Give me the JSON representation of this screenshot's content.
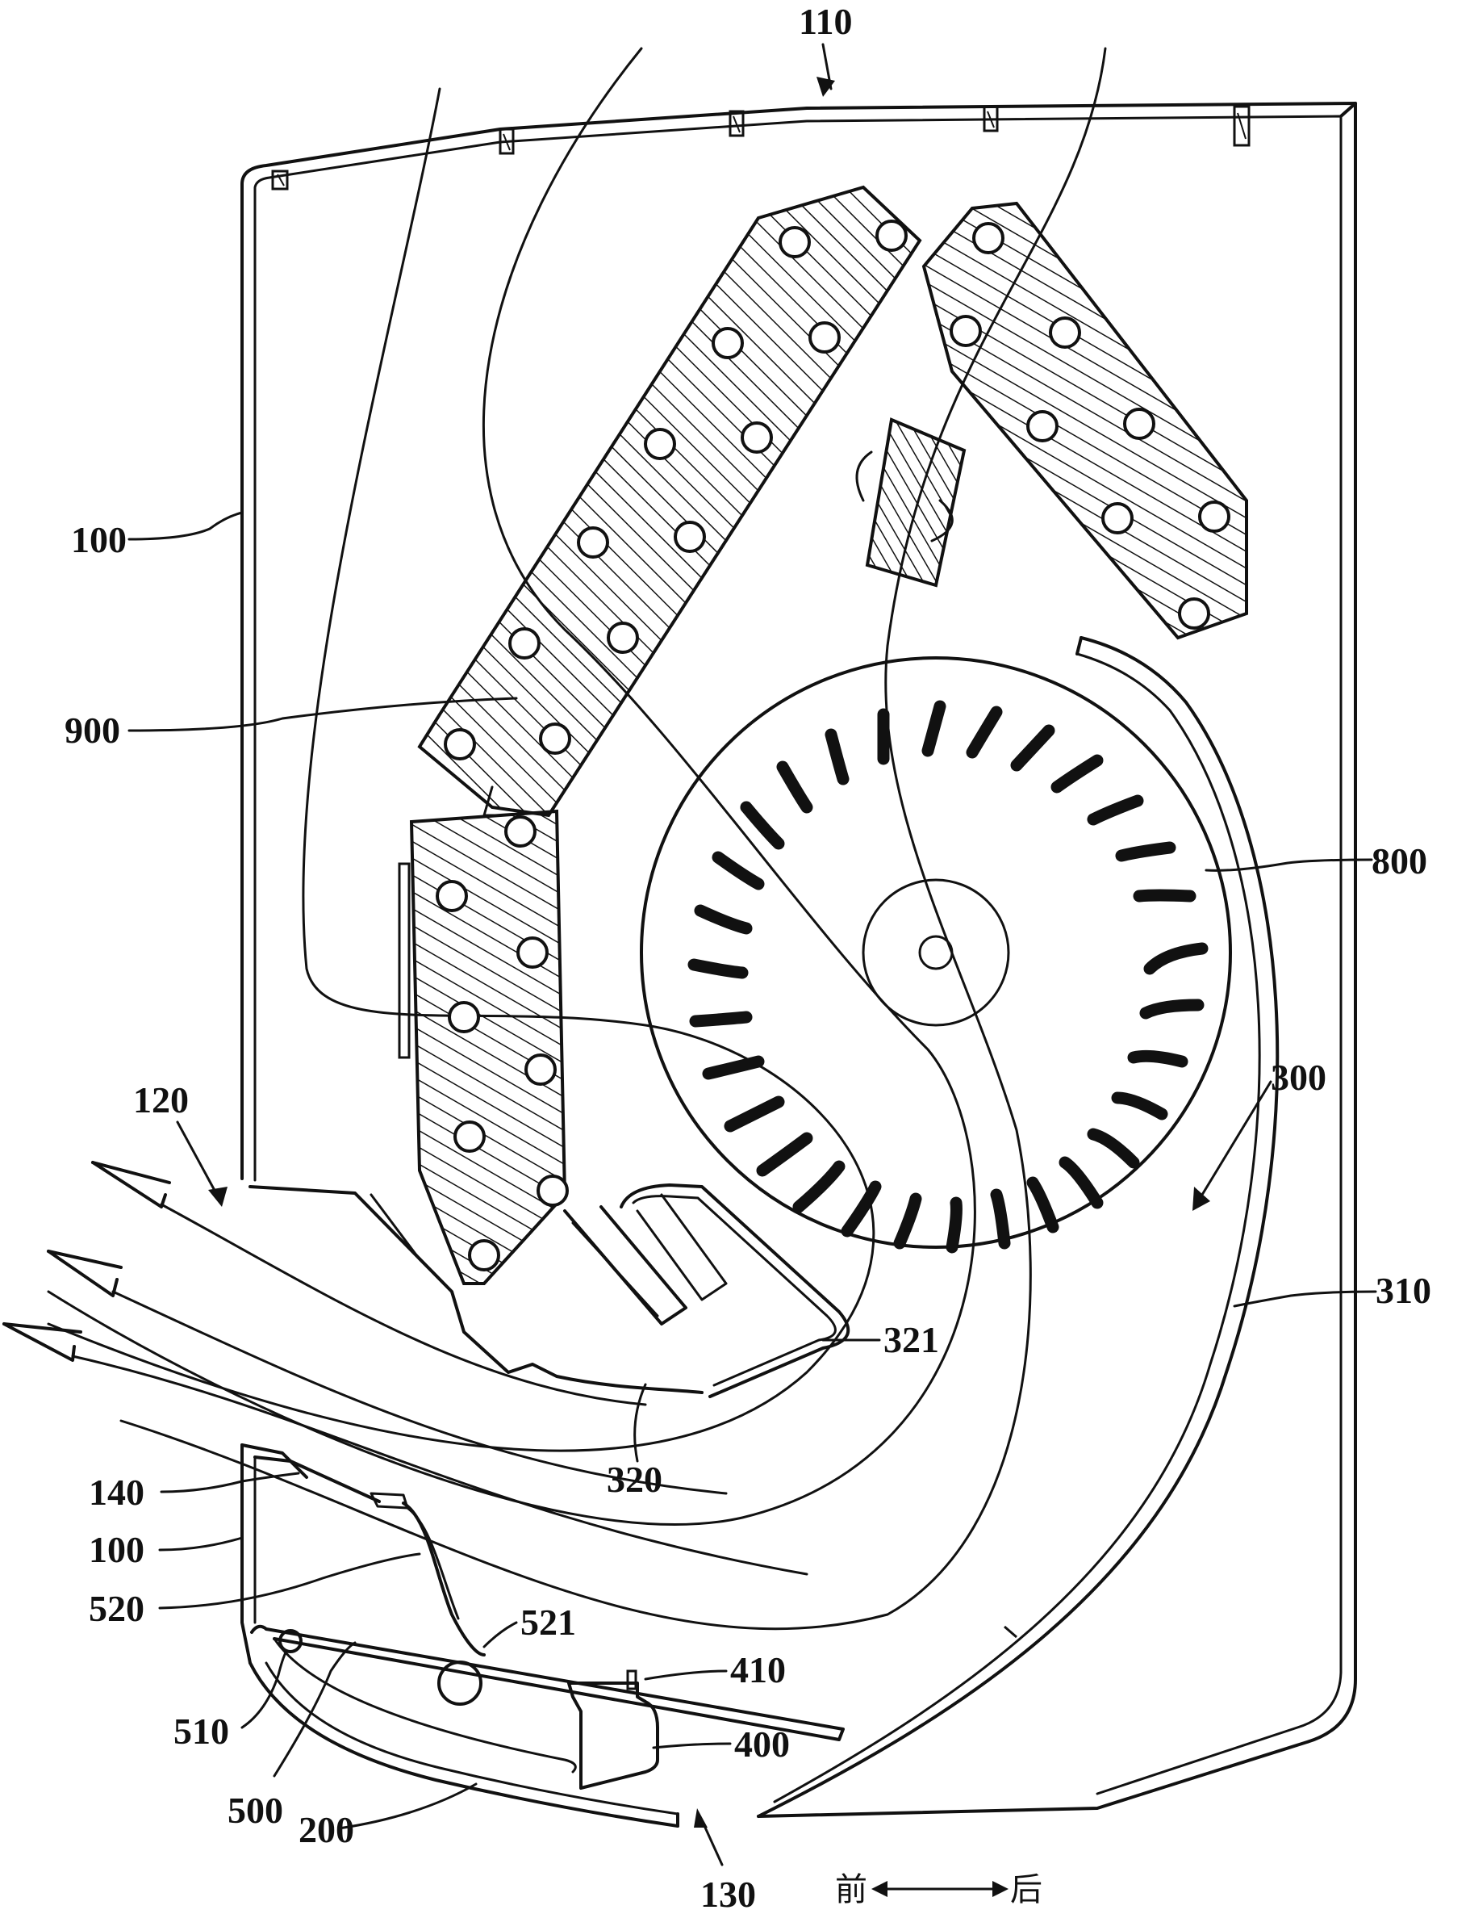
{
  "labels": {
    "l110": "110",
    "l100a": "100",
    "l900": "900",
    "l800": "800",
    "l120": "120",
    "l300": "300",
    "l310": "310",
    "l321": "321",
    "l320": "320",
    "l140": "140",
    "l100b": "100",
    "l520": "520",
    "l521": "521",
    "l410": "410",
    "l510": "510",
    "l400": "400",
    "l500": "500",
    "l200": "200",
    "l130": "130"
  },
  "direction": {
    "front": "前",
    "back": "后"
  },
  "colors": {
    "line": "#111111",
    "background": "#ffffff"
  }
}
